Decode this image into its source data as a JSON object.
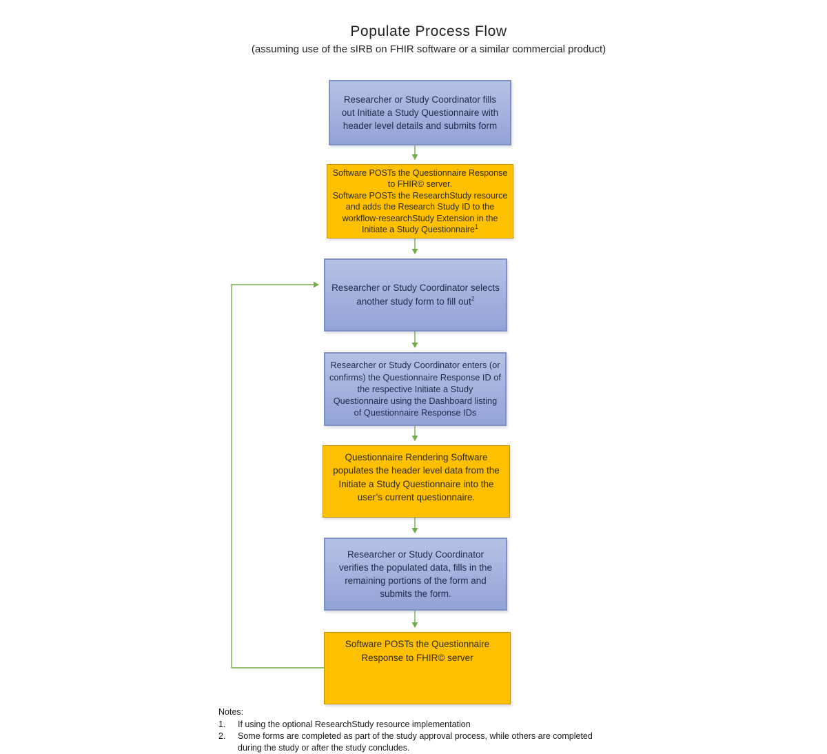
{
  "title": "Populate Process Flow",
  "subtitle": "(assuming use of the sIRB on FHIR software or a similar commercial product)",
  "boxes": [
    {
      "color": "blue",
      "text": "Researcher or Study Coordinator fills out Initiate a Study Questionnaire with header level details and submits form",
      "sup": ""
    },
    {
      "color": "yellow",
      "text": "Software POSTs the Questionnaire Response to FHIR© server.\nSoftware POSTs the ResearchStudy resource and adds the Research Study ID to the workflow-researchStudy Extension in the Initiate a Study Questionnaire",
      "sup": "1"
    },
    {
      "color": "blue",
      "text": "Researcher or Study Coordinator selects another study form to fill out",
      "sup": "2"
    },
    {
      "color": "blue",
      "text": "Researcher or Study Coordinator enters (or confirms) the Questionnaire Response ID of the respective Initiate a Study Questionnaire using the Dashboard listing of Questionnaire Response IDs",
      "sup": ""
    },
    {
      "color": "yellow",
      "text": "Questionnaire Rendering Software populates the header level data from the Initiate a Study Questionnaire into the user’s current questionnaire.",
      "sup": ""
    },
    {
      "color": "blue",
      "text": "Researcher or Study Coordinator verifies the populated data, fills in the remaining portions of the form and submits the form.",
      "sup": ""
    },
    {
      "color": "yellow",
      "text": "Software POSTs the Questionnaire Response to FHIR© server",
      "sup": ""
    }
  ],
  "notes": {
    "heading": "Notes:",
    "items": [
      {
        "number": "1.",
        "text": "If using the optional ResearchStudy resource implementation"
      },
      {
        "number": "2.",
        "text": "Some forms are completed as part of the study approval process, while others are completed during the study or after the study concludes."
      }
    ]
  },
  "colors": {
    "blue_fill_top": "#b6c1e6",
    "blue_fill_bottom": "#93a3d6",
    "blue_border": "#7f90c8",
    "blue_text": "#1f2b4a",
    "yellow_fill": "#ffc000",
    "yellow_border": "#bf9000",
    "yellow_text": "#2e2a16",
    "arrow_green": "#70ad47"
  }
}
